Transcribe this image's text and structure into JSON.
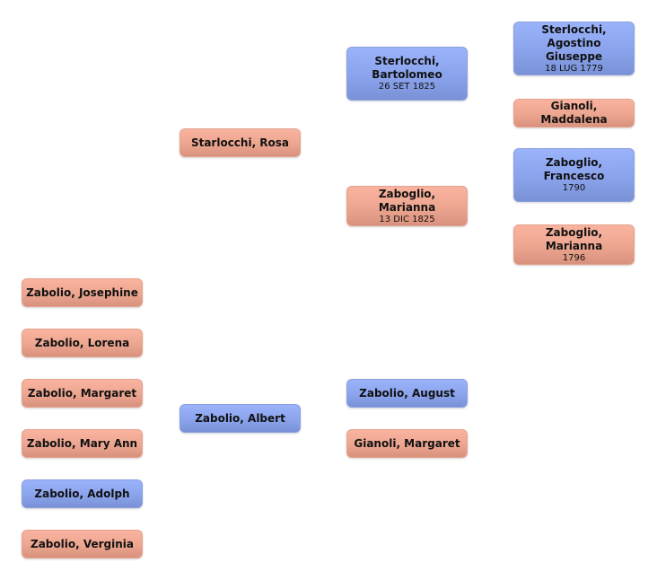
{
  "tree": {
    "descendants_column": [
      {
        "name": "Zabolio, Josephine",
        "gender": "female",
        "date": ""
      },
      {
        "name": "Zabolio, Lorena",
        "gender": "female",
        "date": ""
      },
      {
        "name": "Zabolio, Margaret",
        "gender": "female",
        "date": ""
      },
      {
        "name": "Zabolio, Mary Ann",
        "gender": "female",
        "date": ""
      },
      {
        "name": "Zabolio, Adolph",
        "gender": "male",
        "date": ""
      },
      {
        "name": "Zabolio, Verginia",
        "gender": "female",
        "date": ""
      }
    ],
    "parents_column": [
      {
        "name": "Starlocchi, Rosa",
        "gender": "female",
        "date": ""
      },
      {
        "name": "Zabolio, Albert",
        "gender": "male",
        "date": ""
      }
    ],
    "grandparents_column": [
      {
        "name": "Sterlocchi, Bartolomeo",
        "name_line1": "Sterlocchi,",
        "name_line2": "Bartolomeo",
        "gender": "male",
        "date": "26 SET 1825"
      },
      {
        "name": "Zaboglio, Marianna",
        "gender": "female",
        "date": "13 DIC 1825"
      },
      {
        "name": "Zabolio, August",
        "gender": "male",
        "date": ""
      },
      {
        "name": "Gianoli, Margaret",
        "gender": "female",
        "date": ""
      }
    ],
    "great_grandparents_column": [
      {
        "name": "Sterlocchi, Agostino Giuseppe",
        "name_line1": "Sterlocchi,",
        "name_line2": "Agostino Giuseppe",
        "gender": "male",
        "date": "18 LUG 1779"
      },
      {
        "name": "Gianoli, Maddalena",
        "gender": "female",
        "date": ""
      },
      {
        "name": "Zaboglio, Francesco",
        "name_line1": "Zaboglio,",
        "name_line2": "Francesco",
        "gender": "male",
        "date": "1790"
      },
      {
        "name": "Zaboglio, Marianna",
        "gender": "female",
        "date": "1796"
      }
    ]
  },
  "colors": {
    "male_top": "#9ab3fa",
    "male_bottom": "#7a91d6",
    "female_top": "#f9b39f",
    "female_bottom": "#d8917d",
    "text": "#111111",
    "background": "#ffffff"
  }
}
